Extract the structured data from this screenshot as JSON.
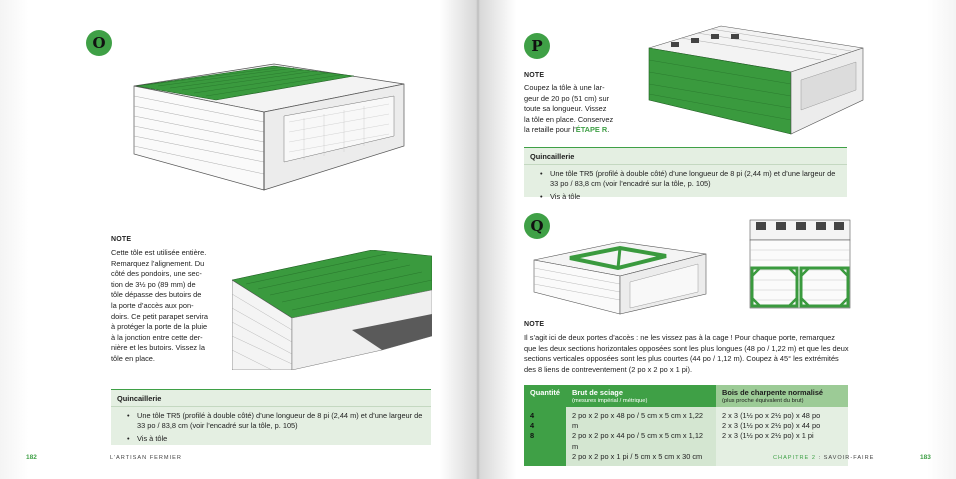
{
  "left": {
    "step_letter": "O",
    "note_title": "NOTE",
    "note_lines": [
      "Cette tôle est utilisée entière.",
      "Remarquez l’alignement. Du",
      "côté des pondoirs, une sec-",
      "tion de 3½ po (89 mm) de",
      "tôle dépasse des butoirs de",
      "la porte d’accès aux pon-",
      "doirs. Ce petit parapet servira",
      "à protéger la porte de la pluie",
      "à la jonction entre cette der-",
      "nière et les butoirs. Vissez la",
      "tôle en place."
    ],
    "quincaillerie": {
      "title": "Quincaillerie",
      "items": [
        "Une tôle TR5 (profilé à double côté) d’une longueur de 8 pi (2,44 m) et d’une largeur de 33 po / 83,8 cm (voir l’encadré sur la tôle, p. 105)",
        "Vis à tôle"
      ]
    },
    "page_number": "182",
    "footer": "L’ARTISAN FERMIER"
  },
  "right": {
    "step_p": "P",
    "note_p_title": "NOTE",
    "note_p_lines": [
      "Coupez la tôle à une lar-",
      "geur de 20 po (51 cm) sur",
      "toute sa longueur. Vissez",
      "la tôle en place. Conservez",
      "la retaille pour l’"
    ],
    "note_p_link": "ÉTAPE R",
    "note_p_end": ".",
    "quincaillerie": {
      "title": "Quincaillerie",
      "items": [
        "Une tôle TR5 (profilé à double côté) d’une longueur de 8 pi (2,44 m) et d’une largeur de 33 po / 83,8 cm (voir l’encadré sur la tôle, p. 105)",
        "Vis à tôle"
      ]
    },
    "step_q": "Q",
    "note_q_title": "NOTE",
    "note_q_text": "Il s’agit ici de deux portes d’accès : ne les vissez pas à la cage ! Pour chaque porte, remarquez que les deux sections horizontales opposées sont les plus longues (48 po / 1,22 m) et que les deux sections verticales opposées sont les plus courtes (44 po / 1,12 m). Coupez à 45° les extrémités des 8 liens de contreventement (2 po x 2 po x 1 pi).",
    "table": {
      "headers": {
        "qty": "Quantité",
        "brut": "Brut de sciage",
        "brut_sub": "(mesures impérial / métrique)",
        "bois": "Bois de charpente normalisé",
        "bois_sub": "(plus proche équivalent du brut)"
      },
      "rows": [
        {
          "qty": "4",
          "brut": "2 po x 2 po x 48 po / 5 cm x 5 cm x 1,22 m",
          "bois": "2 x 3 (1½ po x 2½ po) x 48 po"
        },
        {
          "qty": "4",
          "brut": "2 po x 2 po x 44 po / 5 cm x 5 cm x 1,12 m",
          "bois": "2 x 3 (1½ po x 2½ po) x 44 po"
        },
        {
          "qty": "8",
          "brut": "2 po x 2 po x 1 pi / 5 cm x 5 cm x 30 cm",
          "bois": "2 x 3 (1½ po x 2½ po) x 1 pi"
        }
      ]
    },
    "page_number": "183",
    "footer_chapter": "CHAPITRE 2",
    "footer_sep": " : ",
    "footer_title": "SAVOIR-FAIRE"
  },
  "colors": {
    "green": "#3fa046",
    "light_green": "#e4efe2",
    "mid_green": "#d4e6d1"
  }
}
